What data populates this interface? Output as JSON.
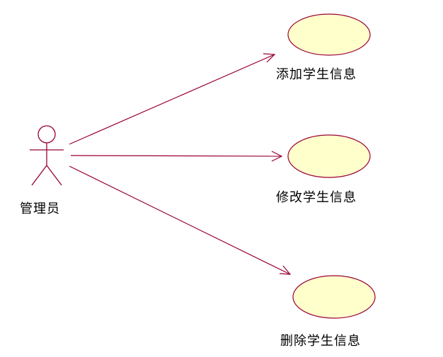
{
  "actor": {
    "label": "管理员"
  },
  "use_cases": [
    {
      "label": "添加学生信息"
    },
    {
      "label": "修改学生信息"
    },
    {
      "label": "删除学生信息"
    }
  ],
  "colors": {
    "line": "#990033",
    "ellipse_fill": "#ffffcc",
    "ellipse_stroke": "#990033",
    "text": "#000000"
  }
}
